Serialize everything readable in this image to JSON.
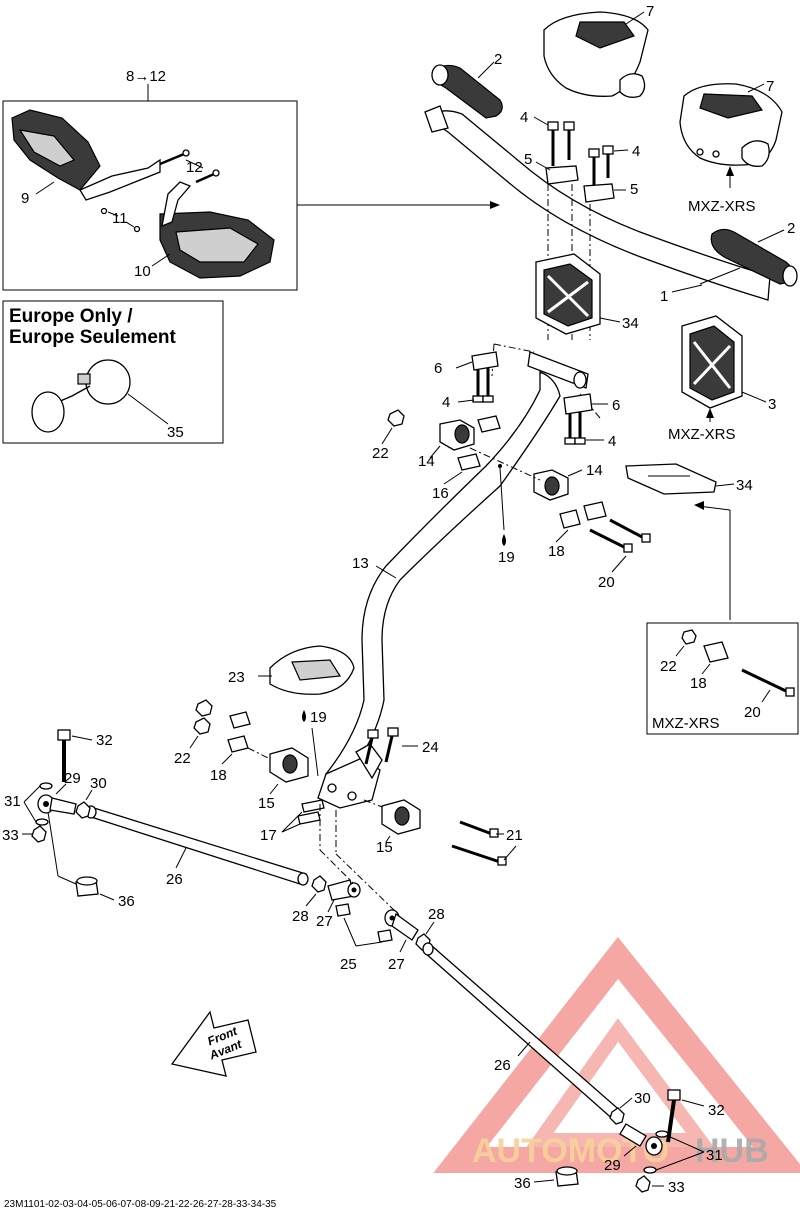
{
  "diagram_code": "23M1101-02-03-04-05-06-07-08-09-21-22-26-27-28-33-34-35",
  "inset_box": {
    "callout": "8→12",
    "parts": [
      "9",
      "10",
      "11",
      "12"
    ]
  },
  "europe_box": {
    "title_line1": "Europe Only /",
    "title_line2": "Europe Seulement",
    "part": "35"
  },
  "variant_label": "MXZ-XRS",
  "front_arrow": {
    "line1": "Front",
    "line2": "Avant"
  },
  "watermark": {
    "text_a": "AUTOMOTO",
    "text_b": "HUB",
    "color_a": "#f7c98a",
    "color_b": "#9a9a9a",
    "triangle_color": "#e8443a"
  },
  "callouts": {
    "c1": "1",
    "c2a": "2",
    "c2b": "2",
    "c3": "3",
    "c34": "34",
    "c4a": "4",
    "c4b": "4",
    "c4c": "4",
    "c4d": "4",
    "c5a": "5",
    "c5b": "5",
    "c6a": "6",
    "c6b": "6",
    "c7a": "7",
    "c7b": "7",
    "c13": "13",
    "c14a": "14",
    "c14b": "14",
    "c15a": "15",
    "c15b": "15",
    "c16": "16",
    "c17": "17",
    "c18a": "18",
    "c18b": "18",
    "c18c": "18",
    "c19a": "19",
    "c19b": "19",
    "c20a": "20",
    "c20b": "20",
    "c21": "21",
    "c22a": "22",
    "c22b": "22",
    "c22c": "22",
    "c23": "23",
    "c24": "24",
    "c25": "25",
    "c26a": "26",
    "c26b": "26",
    "c27a": "27",
    "c27b": "27",
    "c28a": "28",
    "c28b": "28",
    "c29a": "29",
    "c29b": "29",
    "c30a": "30",
    "c30b": "30",
    "c31a": "31",
    "c31b": "31",
    "c32a": "32",
    "c32b": "32",
    "c33a": "33",
    "c33b": "33",
    "c36a": "36",
    "c36b": "36"
  }
}
